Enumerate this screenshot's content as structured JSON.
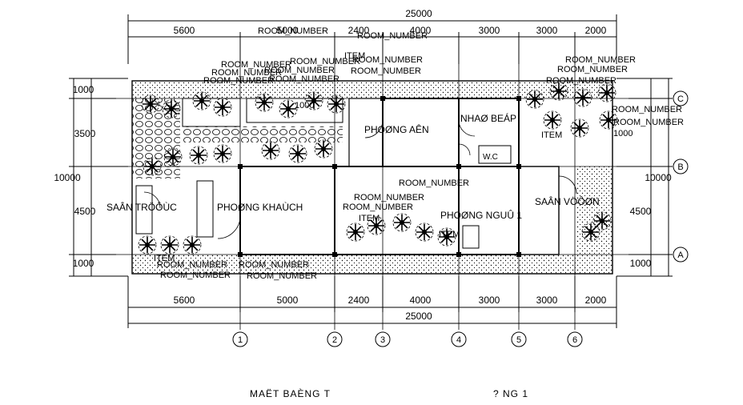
{
  "drawing": {
    "overall_dimension": "25000",
    "top_dimensions": [
      "5600",
      "5000",
      "2400",
      "4000",
      "3000",
      "3000",
      "2000"
    ],
    "bottom_dimensions": [
      "5600",
      "5000",
      "2400",
      "4000",
      "3000",
      "3000",
      "2000"
    ],
    "side_dimensions": [
      "1000",
      "3500",
      "4500",
      "1000"
    ],
    "side_total": "10000",
    "grid_columns": [
      "1",
      "2",
      "3",
      "4",
      "5",
      "6"
    ],
    "grid_rows": [
      "C",
      "B",
      "A"
    ],
    "rooms": {
      "phong_an": "PHOØNG AÊN",
      "nha_bep": "NHAØ BEÁP",
      "wc": "W.C",
      "san_truoc": "SAÂN TRÖÔÙC",
      "phong_khach": "PHOØNG KHAÙCH",
      "san_vuon": "SAÂN VÖÔØN",
      "phong_ngu_1": "PHOØNG NGUÛ 1"
    },
    "tags": {
      "room_number": "ROOM_NUMBER",
      "item": "ITEM",
      "code_1000": "1000"
    },
    "caption_left": "MAËT BAÈNG T",
    "caption_right": "?   NG 1"
  }
}
